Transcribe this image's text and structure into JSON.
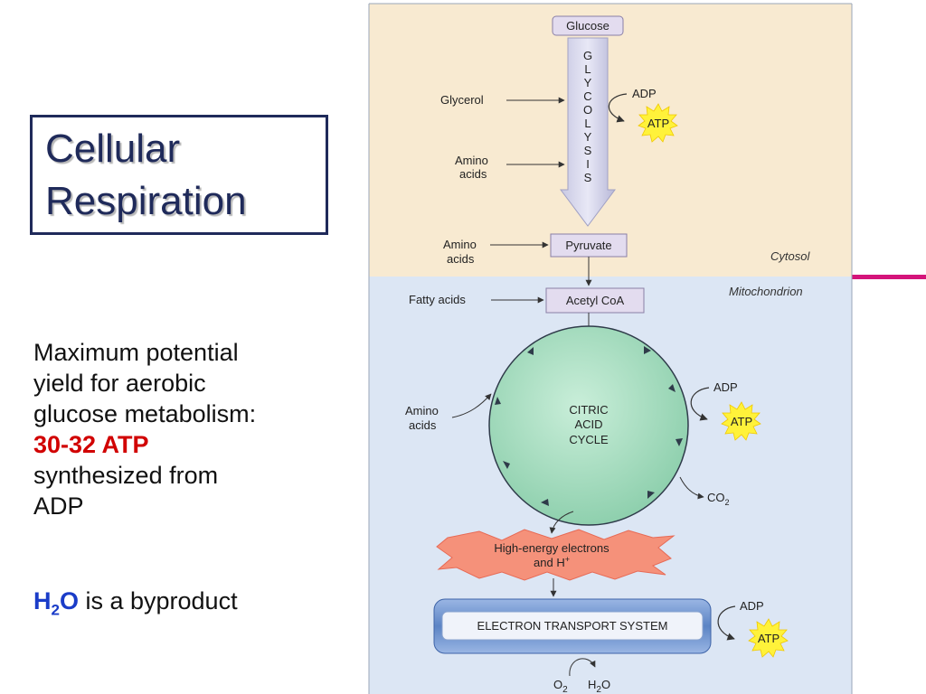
{
  "slide": {
    "title_line1": "Cellular",
    "title_line2": "Respiration",
    "text_line1": "Maximum potential",
    "text_line2": "yield for aerobic",
    "text_line3": "glucose metabolism:",
    "atp_yield": "30-32 ATP",
    "text_line4": "synthesized from",
    "text_line5": "ADP",
    "water_H": "H",
    "water_sub": "2",
    "water_O": "O",
    "byproduct_text": " is a byproduct"
  },
  "diagram": {
    "glucose": "Glucose",
    "glycolysis_letters": [
      "G",
      "L",
      "Y",
      "C",
      "O",
      "L",
      "Y",
      "S",
      "I",
      "S"
    ],
    "glycerol": "Glycerol",
    "amino1_line1": "Amino",
    "amino1_line2": "acids",
    "adp1": "ADP",
    "atp1": "ATP",
    "amino2_line1": "Amino",
    "amino2_line2": "acids",
    "pyruvate": "Pyruvate",
    "cytosol": "Cytosol",
    "mitochondrion": "Mitochondrion",
    "fatty_acids": "Fatty acids",
    "acetyl_coa": "Acetyl CoA",
    "amino3_line1": "Amino",
    "amino3_line2": "acids",
    "citric_line1": "CITRIC",
    "citric_line2": "ACID",
    "citric_line3": "CYCLE",
    "adp2": "ADP",
    "atp2": "ATP",
    "co2_C": "CO",
    "co2_sub": "2",
    "electrons_line1": "High-energy electrons",
    "electrons_line2": "and H",
    "electrons_sup": "+",
    "ets": "ELECTRON TRANSPORT SYSTEM",
    "adp3": "ADP",
    "atp3": "ATP",
    "o2_O": "O",
    "o2_sub": "2",
    "h2o_H": "H",
    "h2o_sub": "2",
    "h2o_O": "O"
  },
  "colors": {
    "cytosol_bg": "#f8ead1",
    "mito_bg": "#dce6f4",
    "title_navy": "#1f2a5a",
    "atp_red": "#d10000",
    "water_blue": "#1a3cc8",
    "accent_magenta": "#d4147a",
    "cycle_green": "#a9dfc1",
    "box_lavender": "#e3dcef",
    "ets_blue": "#5c84c4",
    "atp_star_yellow": "#fff23a"
  }
}
